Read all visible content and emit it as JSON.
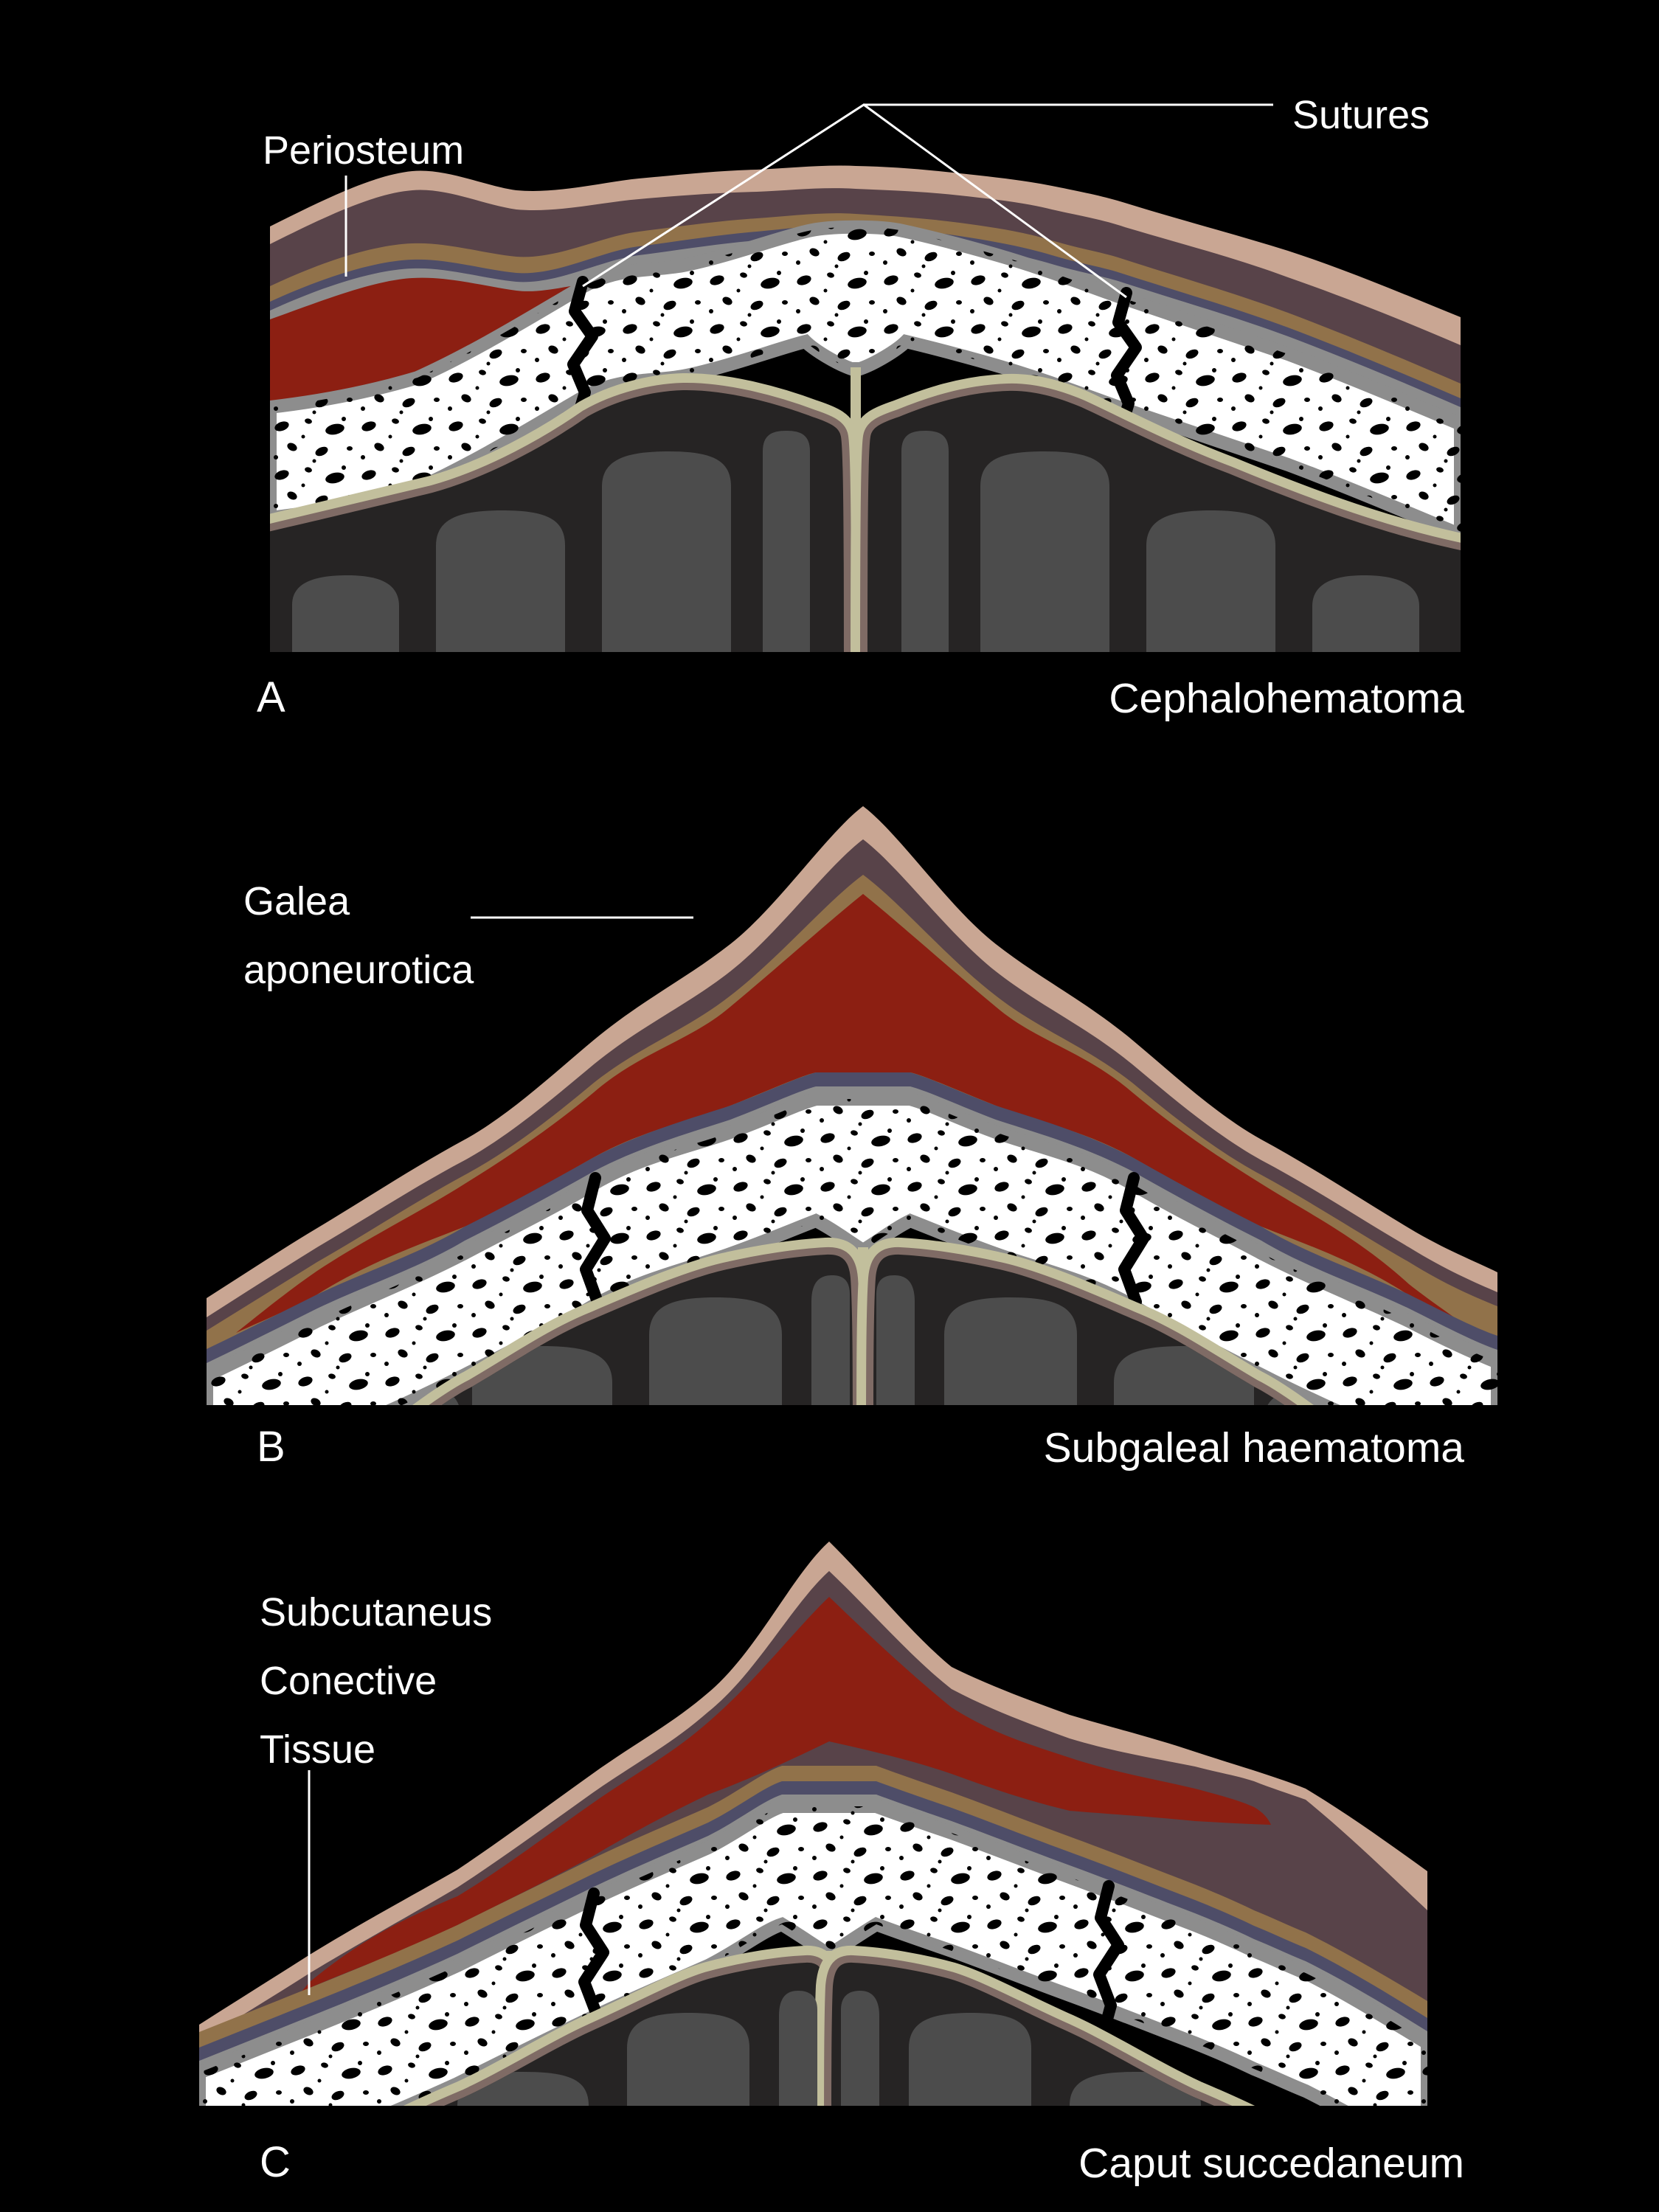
{
  "panel_a": {
    "letter": "A",
    "title": "Cephalohematoma",
    "label_periosteum": "Periosteum",
    "label_sutures": "Sutures"
  },
  "panel_b": {
    "letter": "B",
    "title": "Subgaleal haematoma",
    "label_galea_1": "Galea",
    "label_galea_2": "aponeurotica"
  },
  "panel_c": {
    "letter": "C",
    "title": "Caput succedaneum",
    "label_sct_1": "Subcutaneus",
    "label_sct_2": "Conective",
    "label_sct_3": "Tissue"
  },
  "palette": {
    "background": "#000000",
    "skin": "#c9a693",
    "subcutaneous": "#584349",
    "galea": "#91724a",
    "connective_blue": "#4e4d68",
    "periosteum_gray": "#8d8d8d",
    "blood": "#8c1f12",
    "bone": "#ffffff",
    "bone_rim": "#8d8d8d",
    "dura_khaki": "#c2bf9c",
    "pia_mauve": "#7f6b65",
    "brain": "#262424",
    "gyri": "#4c4c4c",
    "text": "#ffffff",
    "leader_line": "#ffffff",
    "suture_black": "#000000"
  }
}
